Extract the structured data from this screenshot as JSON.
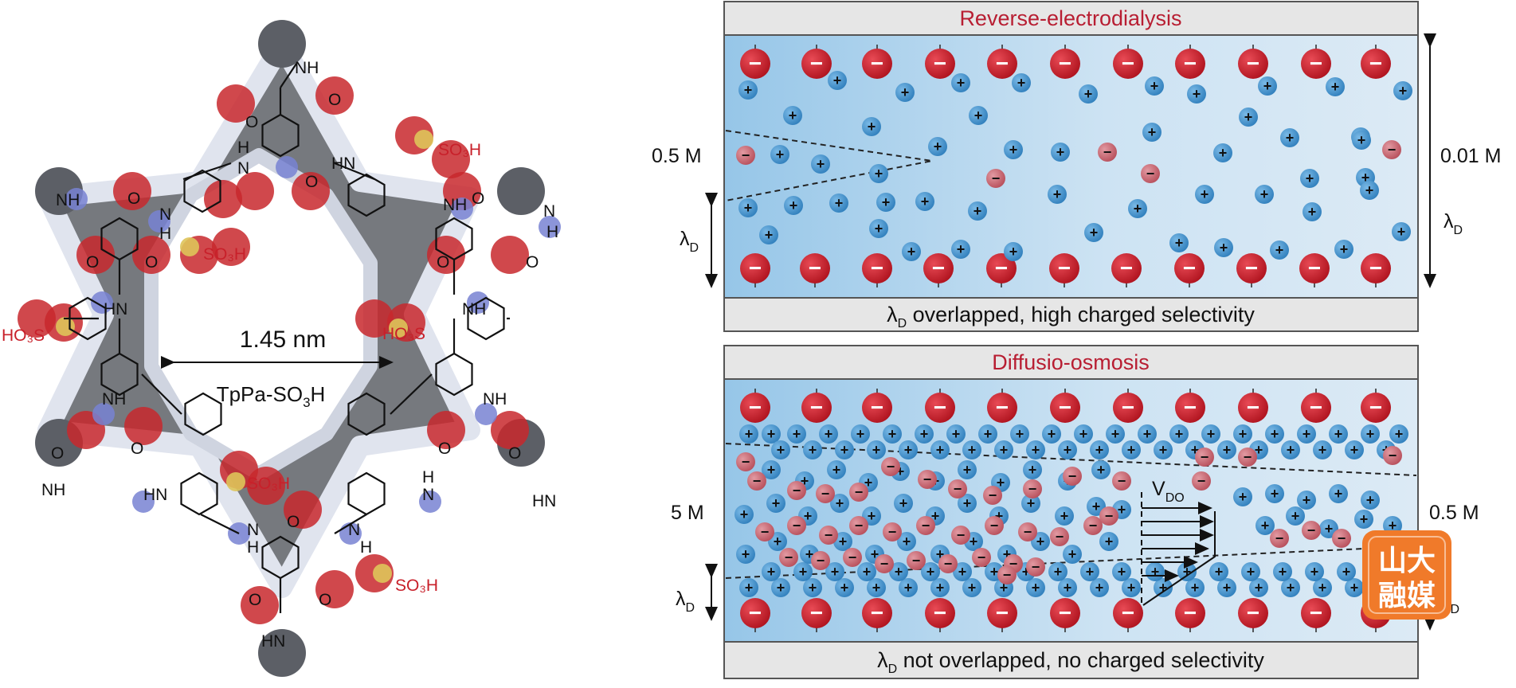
{
  "molecule": {
    "distance_label": "1.45 nm",
    "name_main": "TpPa-SO",
    "name_sub": "3",
    "name_tail": "H",
    "groups": {
      "nh": "NH",
      "hn": "HN",
      "n": "N",
      "h": "H",
      "o": "O",
      "so3h": "SO₃H",
      "ho3s": "HO₃S",
      "soh_variant": "SO₃H"
    }
  },
  "panel_top": {
    "title": "Reverse-electrodialysis",
    "left_conc": "0.5 M",
    "right_conc": "0.01 M",
    "lambda": "λ",
    "lambda_sub": "D",
    "footer_sym": "λ",
    "footer_sub": "D",
    "footer_text": " overlapped, high charged selectivity"
  },
  "panel_bottom": {
    "title": "Diffusio-osmosis",
    "left_conc": "5 M",
    "right_conc": "0.5 M",
    "lambda": "λ",
    "lambda_sub": "D",
    "velocity": "V",
    "velocity_sub": "DO",
    "footer_sym": "λ",
    "footer_sub": "D",
    "footer_text": " not overlapped, no charged selectivity"
  },
  "symbols": {
    "minus": "−",
    "plus": "+"
  },
  "watermark": {
    "line1": "山大",
    "line2": "融媒"
  },
  "colors": {
    "title_red": "#b81e32",
    "wall_charge": "#c8202a",
    "cation": "#4a9ad4",
    "anion": "#c86470",
    "channel_fill": "#cfe4f2",
    "channel_dark": "#9cc7e6"
  }
}
